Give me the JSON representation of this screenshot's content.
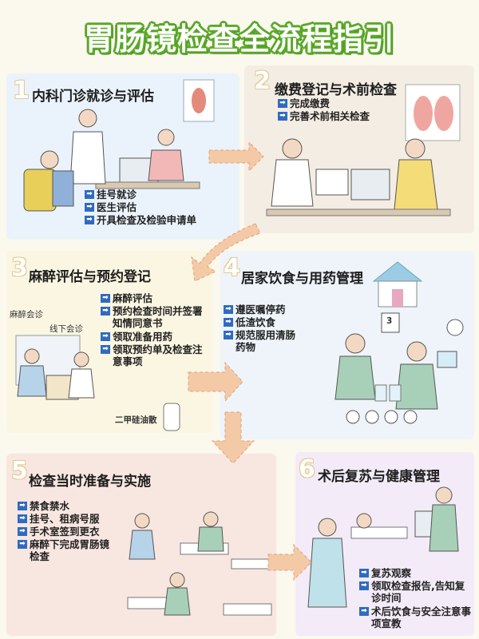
{
  "title": "胃肠镜检查全流程指引",
  "steps": [
    {
      "num": "1",
      "title": "内科门诊就诊与评估",
      "items": [
        "挂号就诊",
        "医生评估",
        "开具检查及检验申请单"
      ]
    },
    {
      "num": "2",
      "title": "缴费登记与术前检查",
      "items": [
        "完成缴费",
        "完善术前相关检查"
      ]
    },
    {
      "num": "3",
      "title": "麻醉评估与预约登记",
      "items": [
        "麻醉评估",
        "预约检查时间并签署知情同意书",
        "领取准备用药",
        "领取预约单及检查注意事项"
      ],
      "labels": [
        "麻醉会诊",
        "线下会诊",
        "二甲硅油散"
      ]
    },
    {
      "num": "4",
      "title": "居家饮食与用药管理",
      "items": [
        "遵医嘱停药",
        "低渣饮食",
        "规范服用清肠药物"
      ],
      "calendar_day": "3"
    },
    {
      "num": "5",
      "title": "检查当时准备与实施",
      "items": [
        "禁食禁水",
        "挂号、租病号服",
        "手术室签到更衣",
        "麻醉下完成胃肠镜检查"
      ]
    },
    {
      "num": "6",
      "title": "术后复苏与健康管理",
      "items": [
        "复苏观察",
        "领取检查报告,告知复诊时间",
        "术后饮食与安全注意事项宣教"
      ]
    }
  ],
  "colors": {
    "title_green": "#5aa829",
    "arrow_blue": "#2f6bc0",
    "flow_arrow": "#f4c9a6"
  }
}
